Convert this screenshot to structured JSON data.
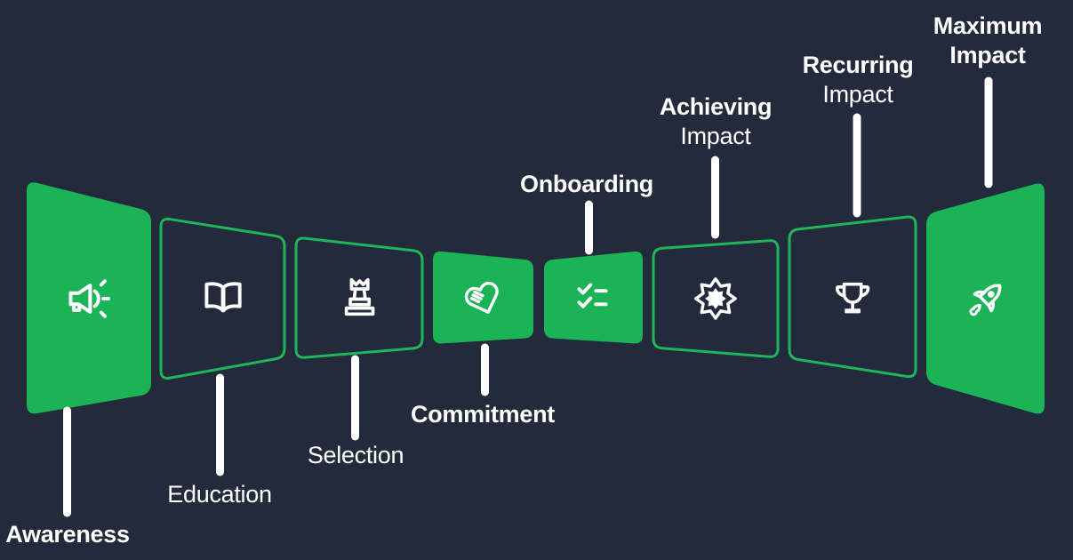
{
  "diagram": {
    "type": "funnel-timeline",
    "colors": {
      "background": "#232a3b",
      "accent_green": "#1ab456",
      "text": "#ffffff"
    },
    "stages": [
      {
        "name": "awareness",
        "icon": "megaphone-icon",
        "panel_style": "filled",
        "label_position": "bottom",
        "lines": [
          {
            "text": "Awareness",
            "bold": true
          }
        ]
      },
      {
        "name": "education",
        "icon": "open-book-icon",
        "panel_style": "outlined",
        "label_position": "bottom",
        "lines": [
          {
            "text": "Education",
            "bold": false
          }
        ]
      },
      {
        "name": "selection",
        "icon": "chess-piece-icon",
        "panel_style": "outlined",
        "label_position": "bottom",
        "lines": [
          {
            "text": "Selection",
            "bold": false
          }
        ]
      },
      {
        "name": "commitment",
        "icon": "handshake-icon",
        "panel_style": "filled",
        "label_position": "bottom",
        "lines": [
          {
            "text": "Commitment",
            "bold": true
          }
        ]
      },
      {
        "name": "onboarding",
        "icon": "checklist-icon",
        "panel_style": "filled",
        "label_position": "top",
        "lines": [
          {
            "text": "Onboarding",
            "bold": true
          }
        ]
      },
      {
        "name": "achieving-impact",
        "icon": "badge-icon",
        "panel_style": "outlined",
        "label_position": "top",
        "lines": [
          {
            "text": "Achieving",
            "bold": true
          },
          {
            "text": "Impact",
            "bold": false
          }
        ]
      },
      {
        "name": "recurring-impact",
        "icon": "trophy-icon",
        "panel_style": "outlined",
        "label_position": "top",
        "lines": [
          {
            "text": "Recurring",
            "bold": true
          },
          {
            "text": "Impact",
            "bold": false
          }
        ]
      },
      {
        "name": "maximum-impact",
        "icon": "rocket-icon",
        "panel_style": "filled",
        "label_position": "top",
        "lines": [
          {
            "text": "Maximum",
            "bold": true
          },
          {
            "text": "Impact",
            "bold": true
          }
        ]
      }
    ]
  }
}
